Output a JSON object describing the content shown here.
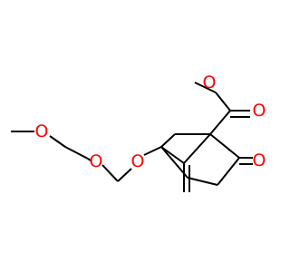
{
  "molecule": {
    "atoms": {
      "O_methoxy_ether": "O",
      "O_mom_inner": "O",
      "O_mom_ring": "O",
      "O_ester_single": "O",
      "O_ester_carbonyl": "O",
      "O_ketone": "O"
    }
  },
  "colors": {
    "carbon_bond": "#000000",
    "oxygen": "#ff0000",
    "background": "#ffffff"
  }
}
